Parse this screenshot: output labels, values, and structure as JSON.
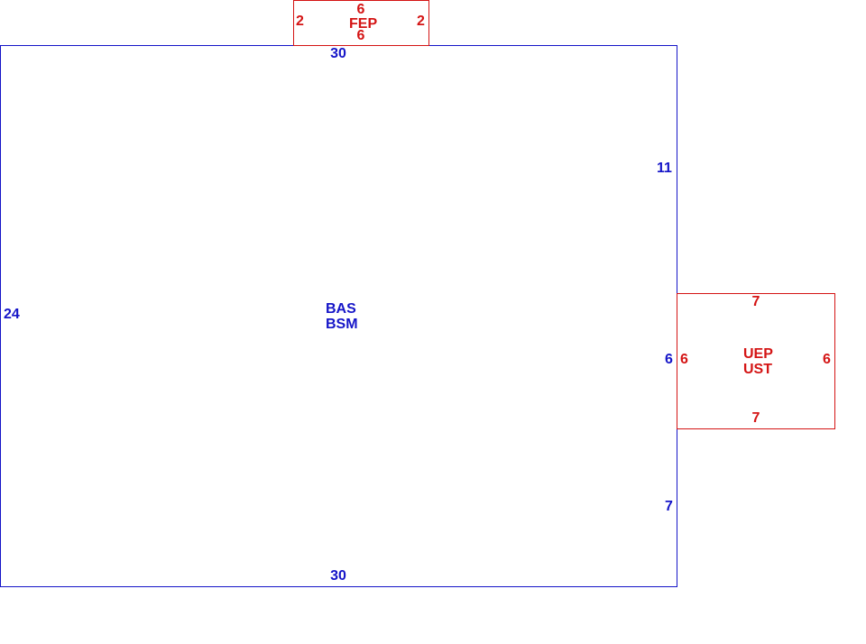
{
  "colors": {
    "main_outline": "#1515c8",
    "sub_outline": "#d41414"
  },
  "main_area": {
    "codes": [
      "BAS",
      "BSM"
    ],
    "dims": {
      "top": "30",
      "bottom": "30",
      "left": "24",
      "right_upper": "11",
      "right_middle": "6",
      "right_lower": "7"
    }
  },
  "front_area": {
    "code": "FEP",
    "dims": {
      "top": "6",
      "bottom": "6",
      "left": "2",
      "right": "2"
    }
  },
  "side_area": {
    "codes": [
      "UEP",
      "UST"
    ],
    "dims": {
      "top": "7",
      "bottom": "7",
      "left": "6",
      "right": "6"
    }
  }
}
